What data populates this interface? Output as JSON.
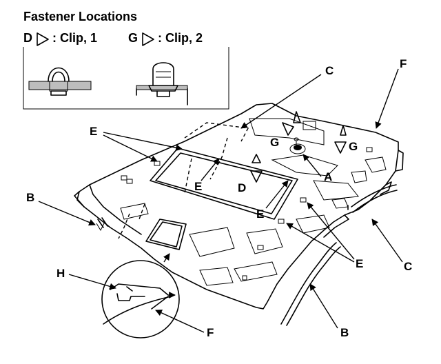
{
  "title": "Fastener Locations",
  "legend": {
    "d_letter": "D",
    "d_text": ": Clip, 1",
    "g_letter": "G",
    "g_text": ": Clip, 2"
  },
  "callouts": {
    "A": "A",
    "B": "B",
    "C": "C",
    "D": "D",
    "E": "E",
    "F": "F",
    "G": "G",
    "H": "H"
  }
}
